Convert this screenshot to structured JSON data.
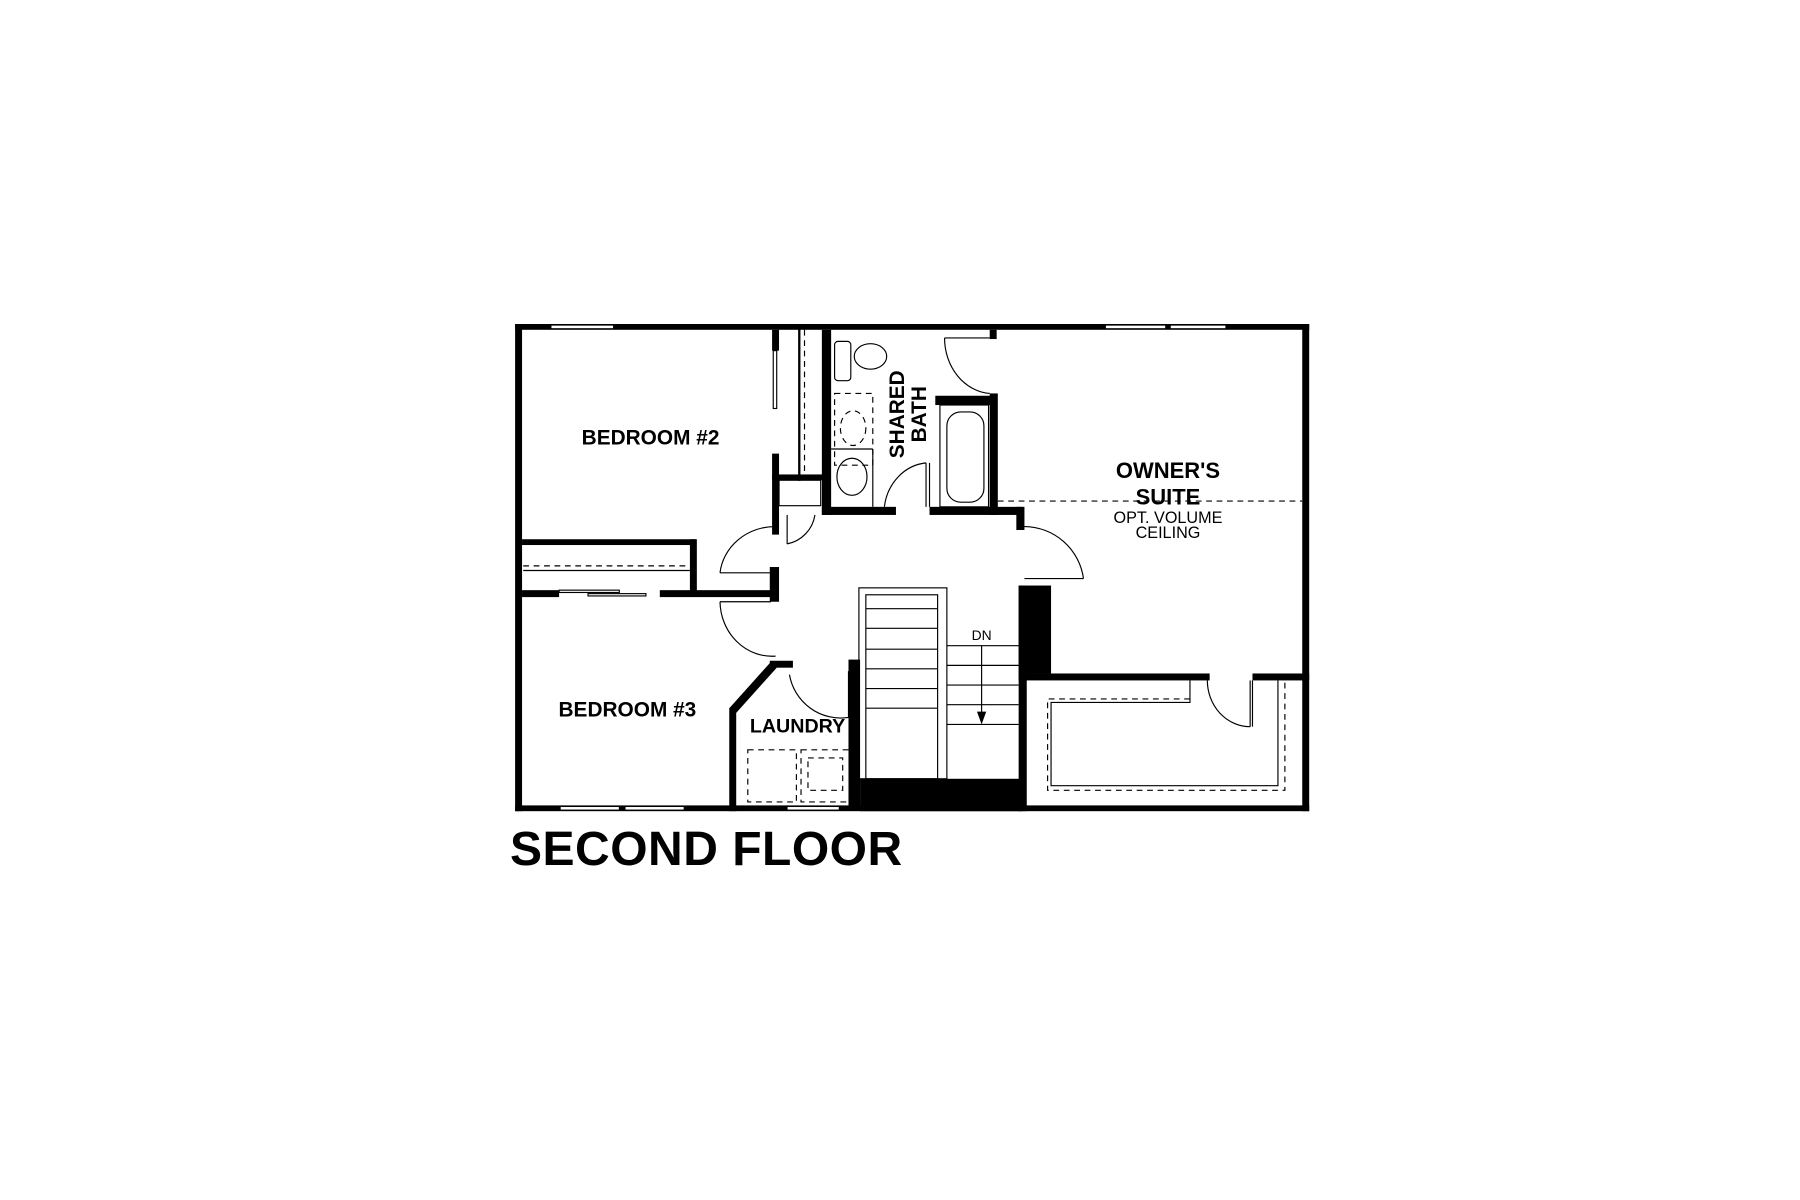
{
  "plan": {
    "title": "SECOND FLOOR",
    "rooms": {
      "bedroom2": "BEDROOM #2",
      "bedroom3": "BEDROOM #3",
      "shared_bath_line1": "SHARED",
      "shared_bath_line2": "BATH",
      "owners_suite_line1": "OWNER'S",
      "owners_suite_line2": "SUITE",
      "owners_note_line1": "OPT. VOLUME",
      "owners_note_line2": "CEILING",
      "laundry": "LAUNDRY"
    },
    "stair_label": "DN",
    "colors": {
      "wall": "#000000",
      "background": "#ffffff"
    }
  }
}
